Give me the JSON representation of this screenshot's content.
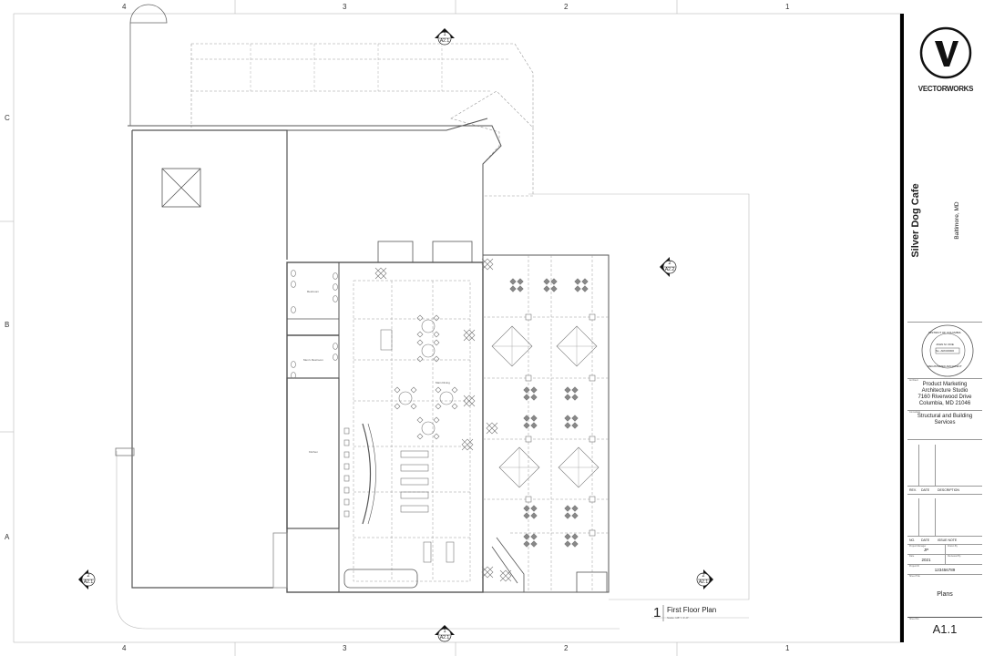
{
  "grid": {
    "columns": [
      "4",
      "3",
      "2",
      "1"
    ],
    "rows": [
      "C",
      "B",
      "A"
    ]
  },
  "section_markers": [
    {
      "num": "1",
      "sheet": "A2.1"
    },
    {
      "num": "1",
      "sheet": "A2.1"
    },
    {
      "num": "2",
      "sheet": "A2.1"
    },
    {
      "num": "2",
      "sheet": "A2.2"
    },
    {
      "num": "2",
      "sheet": "A2.1"
    }
  ],
  "rooms": {
    "restroom": "Restroom",
    "mens_restroom": "Men's Restroom",
    "main_dining": "Main Dining",
    "kitchen": "Kitchen"
  },
  "drawing_title": {
    "number": "1",
    "name": "First Floor Plan",
    "scale": "Scale: 1/8\" = 1'-0\""
  },
  "title_block": {
    "logo_text": "VECTORWORKS",
    "project_name": "Silver Dog Cafe",
    "project_location": "Baltimore, MD",
    "seal": {
      "top": "DISTRICT OF COLUMBIA",
      "name": "JOHN M. DOE",
      "number": "No. ARC00000",
      "bottom": "REGISTERED ARCHITECT"
    },
    "architect_label": "Architect",
    "architect": [
      "Product Marketing",
      "Architecture Studio",
      "7160 Riverwood Drive",
      "Columbia, MD 21046"
    ],
    "consultant_label": "Consultant",
    "consultant": "Structural and Building Services",
    "revision_headers": [
      "REV.",
      "DATE",
      "DESCRIPTION"
    ],
    "issue_headers": [
      "NO.",
      "DATE",
      "ISSUE NOTE"
    ],
    "project_manager_label": "Project Manager",
    "project_manager": "JP",
    "drawn_by_label": "Drawn By",
    "date_label": "Date",
    "date": "2021",
    "reviewed_by_label": "Reviewed By",
    "project_id_label": "Project ID",
    "project_id": "123456789",
    "sheet_title_label": "Sheet Title",
    "sheet_title": "Plans",
    "sheet_no_label": "Sheet No.",
    "sheet_no": "A1.1"
  }
}
